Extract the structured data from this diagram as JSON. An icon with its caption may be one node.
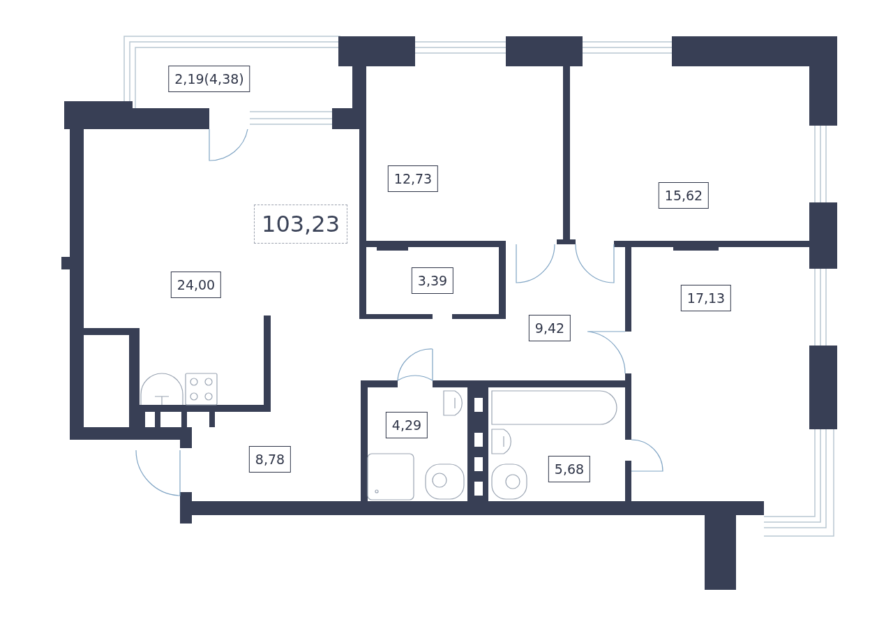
{
  "diagram": {
    "labels": [
      "2,19(4,38)",
      "12,73",
      "15,62",
      "103,23",
      "24,00",
      "3,39",
      "17,13",
      "9,42",
      "4,29",
      "5,68",
      "8,78"
    ]
  }
}
